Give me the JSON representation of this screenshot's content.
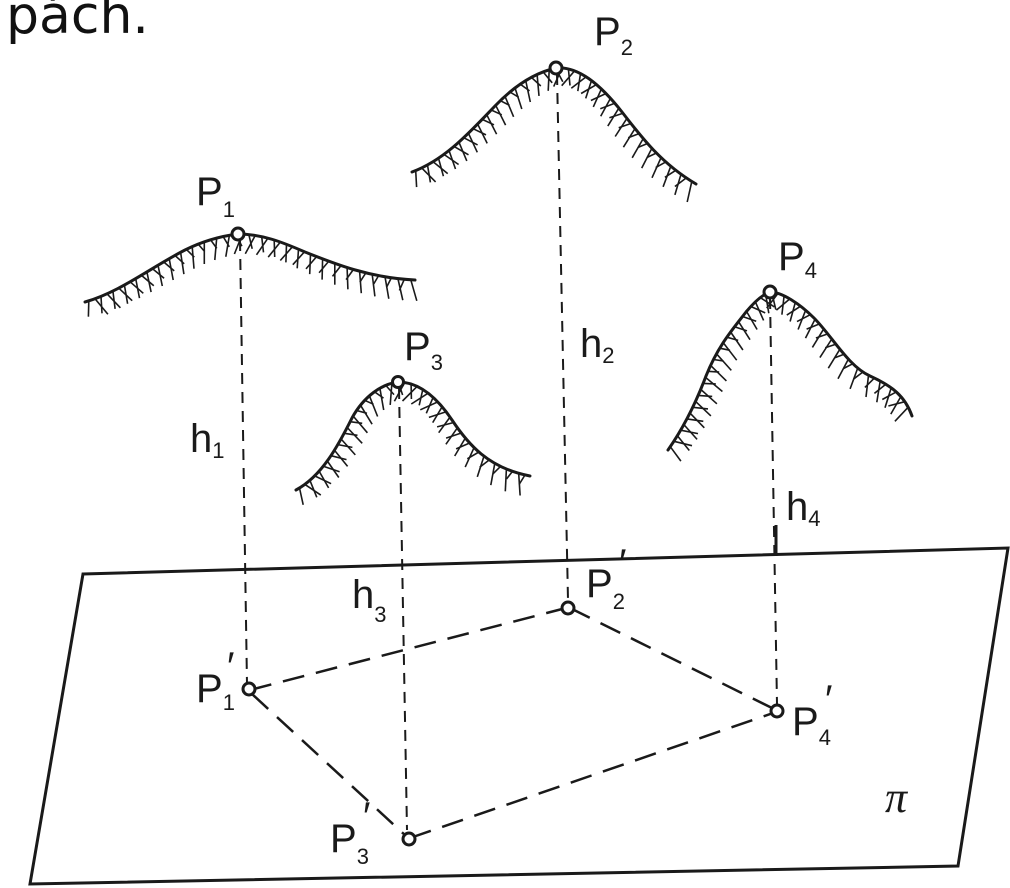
{
  "caption": "pách.",
  "plane_label": "π",
  "peaks": [
    {
      "id": "P1",
      "letter": "P",
      "index": "1",
      "height_label": "h",
      "height_index": "1"
    },
    {
      "id": "P2",
      "letter": "P",
      "index": "2",
      "height_label": "h",
      "height_index": "2"
    },
    {
      "id": "P3",
      "letter": "P",
      "index": "3",
      "height_label": "h",
      "height_index": "3"
    },
    {
      "id": "P4",
      "letter": "P",
      "index": "4",
      "height_label": "h",
      "height_index": "4"
    }
  ],
  "projections": [
    {
      "id": "P1'",
      "letter": "P",
      "index": "1",
      "prime": "′"
    },
    {
      "id": "P2'",
      "letter": "P",
      "index": "2",
      "prime": "′"
    },
    {
      "id": "P3'",
      "letter": "P",
      "index": "3",
      "prime": "′"
    },
    {
      "id": "P4'",
      "letter": "P",
      "index": "4",
      "prime": "′"
    }
  ]
}
